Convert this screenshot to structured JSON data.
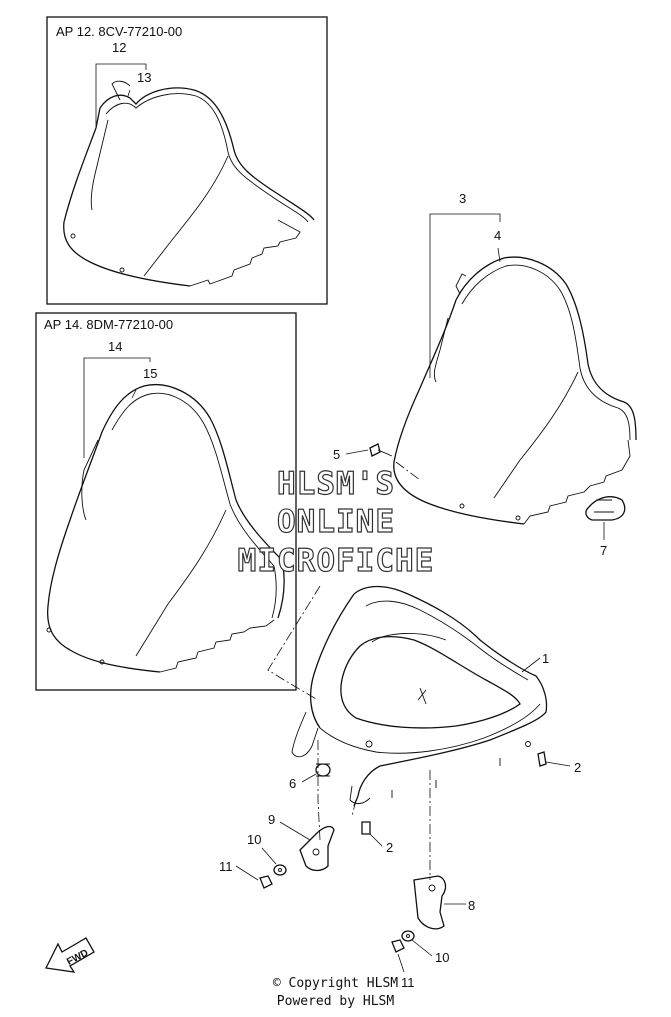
{
  "boxes": {
    "top": {
      "label": "AP 12. 8CV-77210-00"
    },
    "bottom": {
      "label": "AP 14. 8DM-77210-00"
    }
  },
  "callouts": {
    "c1": "1",
    "c2a": "2",
    "c2b": "2",
    "c3": "3",
    "c4": "4",
    "c5": "5",
    "c6": "6",
    "c7": "7",
    "c8": "8",
    "c9": "9",
    "c10a": "10",
    "c10b": "10",
    "c11a": "11",
    "c11b": "11",
    "c12": "12",
    "c13": "13",
    "c14": "14",
    "c15": "15"
  },
  "watermark": {
    "line1": "HLSM'S",
    "line2": "ONLINE",
    "line3": "MICROFICHE"
  },
  "fwd_label": "FWD",
  "footer": {
    "copyright": "© Copyright HLSM",
    "powered": "Powered by HLSM"
  }
}
